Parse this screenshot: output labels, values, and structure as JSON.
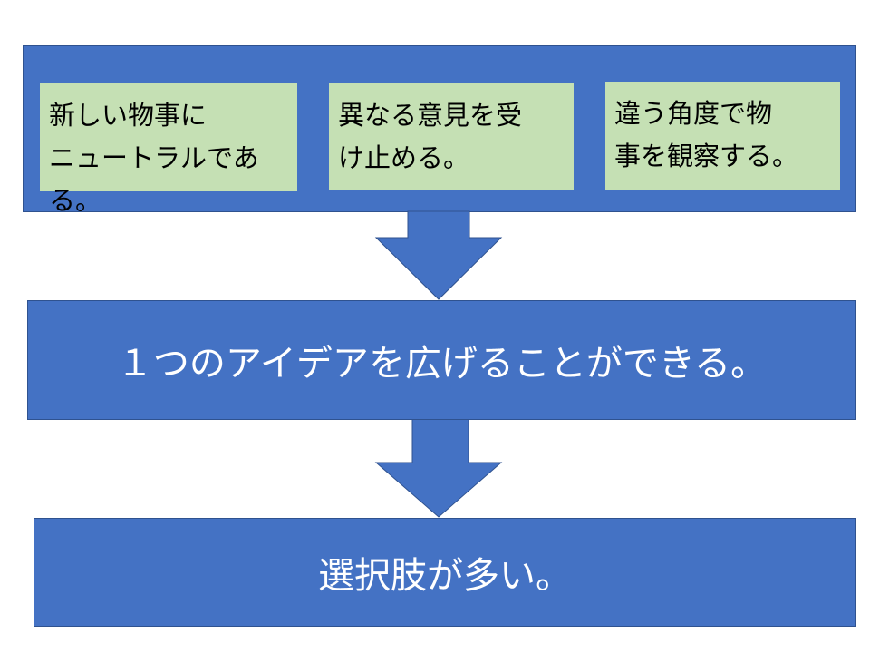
{
  "colors": {
    "blue": "#4472C4",
    "green": "#C5E0B4",
    "border": "#2F528F"
  },
  "top_box": {
    "items": [
      {
        "text": "新しい物事に\nニュートラルである。"
      },
      {
        "text": "異なる意見を受\nけ止める。"
      },
      {
        "text": "違う角度で物\n事を観察する。"
      }
    ]
  },
  "middle_box": {
    "text": "１つのアイデアを広げることができる。"
  },
  "bottom_box": {
    "text": "選択肢が多い。"
  }
}
